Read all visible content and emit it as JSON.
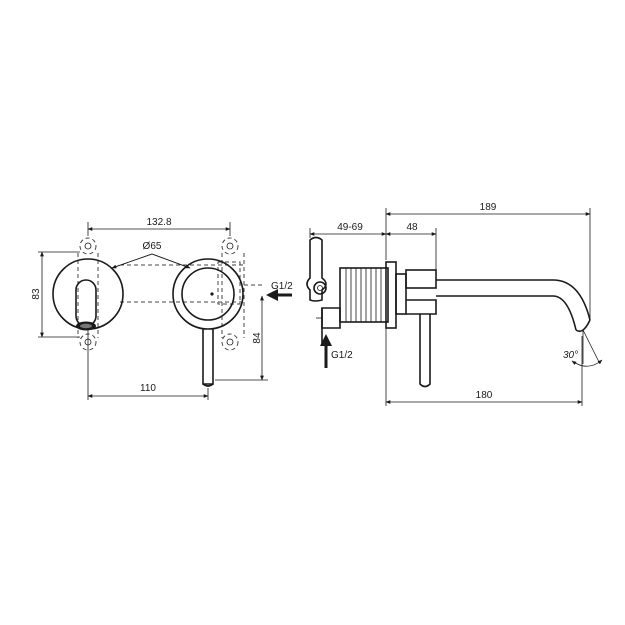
{
  "dimensions": {
    "plate_width": "132.8",
    "diameter": "Ø65",
    "height_left": "83",
    "spout_offset": "110",
    "height_right": "84",
    "depth_range": "49-69",
    "depth_fixed": "48",
    "total_depth_top": "189",
    "spout_length": "180",
    "angle": "30°"
  },
  "connections": {
    "inlet_side": "G1/2",
    "inlet_bottom": "G1/2"
  }
}
